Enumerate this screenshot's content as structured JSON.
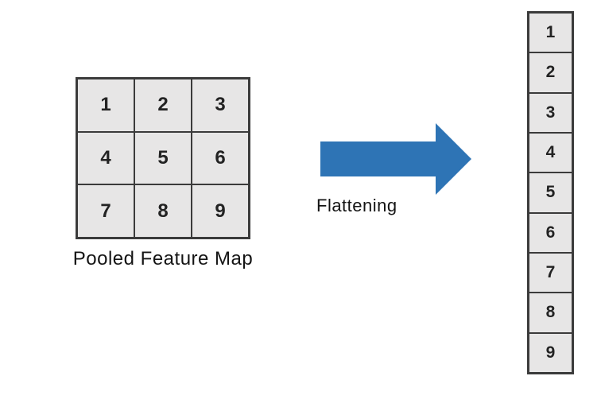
{
  "pooled_feature_map": {
    "label": "Pooled Feature Map",
    "values": [
      "1",
      "2",
      "3",
      "4",
      "5",
      "6",
      "7",
      "8",
      "9"
    ]
  },
  "arrow": {
    "label": "Flattening",
    "color": "#2E74B5"
  },
  "flattened_vector": {
    "values": [
      "1",
      "2",
      "3",
      "4",
      "5",
      "6",
      "7",
      "8",
      "9"
    ]
  },
  "colors": {
    "cell_fill": "#E7E6E6",
    "cell_border": "#3B3B3B",
    "background": "#FFFFFF",
    "text": "#141414"
  }
}
